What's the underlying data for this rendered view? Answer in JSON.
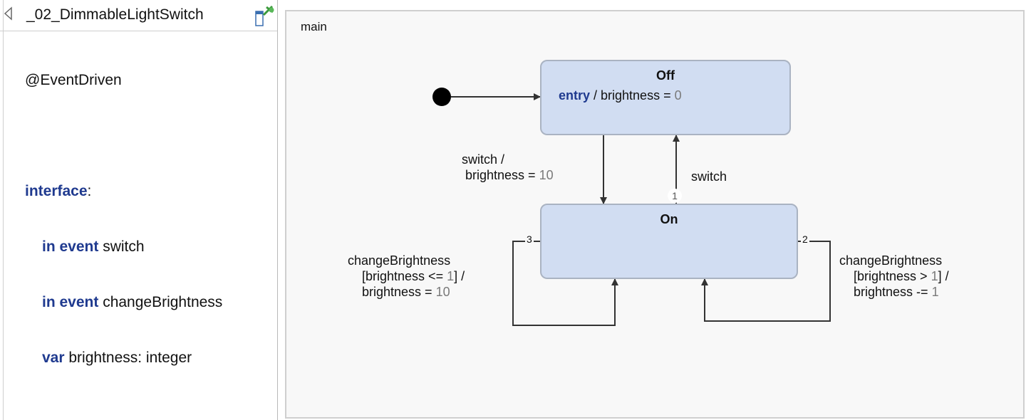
{
  "definition_panel": {
    "title": "_02_DimmableLightSwitch",
    "annotation": "@EventDriven",
    "interface_keyword": "interface",
    "interface_colon": ":",
    "declarations": [
      {
        "keyword": "in event",
        "text": " switch"
      },
      {
        "keyword": "in event",
        "text": " changeBrightness"
      },
      {
        "keyword": "var",
        "text": " brightness: integer"
      }
    ],
    "icons": [
      "collapse-triangle-icon",
      "pin-icon"
    ]
  },
  "diagram": {
    "region_name": "main",
    "states": {
      "off": {
        "name": "Off",
        "entry_keyword": "entry",
        "entry_action": " / brightness = ",
        "entry_value": "0"
      },
      "on": {
        "name": "On"
      }
    },
    "transitions": {
      "off_to_on": {
        "line1": "switch /",
        "line2_text": " brightness = ",
        "line2_value": "10"
      },
      "on_to_off": {
        "label": "switch",
        "priority": "1"
      },
      "self_left": {
        "priority": "3",
        "line1": "changeBrightness",
        "line2_pre": "    [brightness <= ",
        "line2_value": "1",
        "line2_post": "] /",
        "line3_text": "    brightness = ",
        "line3_value": "10"
      },
      "self_right": {
        "priority": "2",
        "line1": "changeBrightness",
        "line2_pre": "    [brightness > ",
        "line2_value": "1",
        "line2_post": "] /",
        "line3_text": "    brightness -= ",
        "line3_value": "1"
      }
    },
    "colors": {
      "state_fill": "#d1ddf2",
      "state_border": "#aab3c2",
      "keyword": "#1f3a8f",
      "numeric_literal": "#7a7a7a",
      "canvas": "#f8f8f8"
    }
  }
}
